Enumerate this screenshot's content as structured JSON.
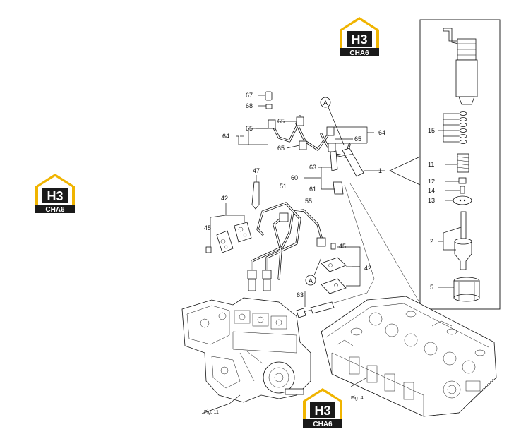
{
  "logo": {
    "top": "H3",
    "bottom": "CHA6",
    "color_gold": "#f0b400",
    "color_dark": "#1a1a1a"
  },
  "callouts": [
    {
      "id": "c67",
      "text": "67"
    },
    {
      "id": "c68",
      "text": "68"
    },
    {
      "id": "c65a",
      "text": "65"
    },
    {
      "id": "c65b",
      "text": "65"
    },
    {
      "id": "c65c",
      "text": "65"
    },
    {
      "id": "c65d",
      "text": "65"
    },
    {
      "id": "c64l",
      "text": "64"
    },
    {
      "id": "c64r",
      "text": "64"
    },
    {
      "id": "c63a",
      "text": "63"
    },
    {
      "id": "c60",
      "text": "60"
    },
    {
      "id": "c61",
      "text": "61"
    },
    {
      "id": "c1",
      "text": "1"
    },
    {
      "id": "c47",
      "text": "47"
    },
    {
      "id": "c51",
      "text": "51"
    },
    {
      "id": "c55",
      "text": "55"
    },
    {
      "id": "c42a",
      "text": "42"
    },
    {
      "id": "c45a",
      "text": "45"
    },
    {
      "id": "c45b",
      "text": "45"
    },
    {
      "id": "c42b",
      "text": "42"
    },
    {
      "id": "c63b",
      "text": "63"
    },
    {
      "id": "c15",
      "text": "15"
    },
    {
      "id": "c11",
      "text": "11"
    },
    {
      "id": "c12",
      "text": "12"
    },
    {
      "id": "c14",
      "text": "14"
    },
    {
      "id": "c13",
      "text": "13"
    },
    {
      "id": "c2",
      "text": "2"
    },
    {
      "id": "c5",
      "text": "5"
    }
  ],
  "markers": {
    "a_top": "A",
    "a_mid": "A"
  },
  "figure_refs": {
    "fig11": "Fig. 11",
    "fig4": "Fig. 4"
  }
}
